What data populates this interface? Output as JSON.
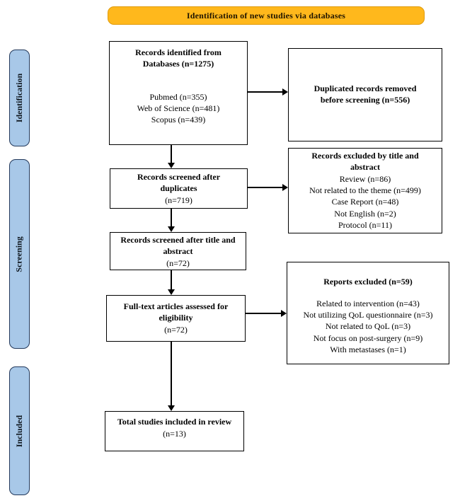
{
  "header": {
    "title": "Identification of new studies via databases"
  },
  "stages": [
    {
      "label": "Identification"
    },
    {
      "label": "Screening"
    },
    {
      "label": "Included"
    }
  ],
  "boxes": {
    "records_identified": {
      "title": "Records identified from\nDatabases (n=1275)",
      "lines": [
        "Pubmed (n=355)",
        "Web of Science (n=481)",
        "Scopus (n=439)"
      ]
    },
    "duplicates_removed": {
      "title": "Duplicated records removed\nbefore screening (n=556)"
    },
    "screened_after_duplicates": {
      "title": "Records screened after\nduplicates",
      "count": "(n=719)"
    },
    "excluded_title_abstract": {
      "title": "Records excluded by title and\nabstract",
      "lines": [
        "Review (n=86)",
        "Not related to the theme (n=499)",
        "Case Report (n=48)",
        "Not English (n=2)",
        "Protocol (n=11)"
      ]
    },
    "screened_title_abstract": {
      "title": "Records screened after title and\nabstract",
      "count": "(n=72)"
    },
    "fulltext_assessed": {
      "title": "Full-text articles assessed for\neligibility",
      "count": "(n=72)"
    },
    "reports_excluded": {
      "title": "Reports excluded (n=59)",
      "lines": [
        "Related to intervention (n=43)",
        "Not utilizing QoL questionnaire (n=3)",
        "Not related to QoL (n=3)",
        "Not focus on post-surgery (n=9)",
        "With metastases (n=1)"
      ]
    },
    "total_included": {
      "title": "Total studies included in review",
      "count": "(n=13)"
    }
  },
  "colors": {
    "header_fill": "#FFB81C",
    "header_border": "#E09B0B",
    "stage_fill": "#A8C8E8",
    "stage_border": "#23395B",
    "box_border": "#000000",
    "arrow": "#000000"
  }
}
